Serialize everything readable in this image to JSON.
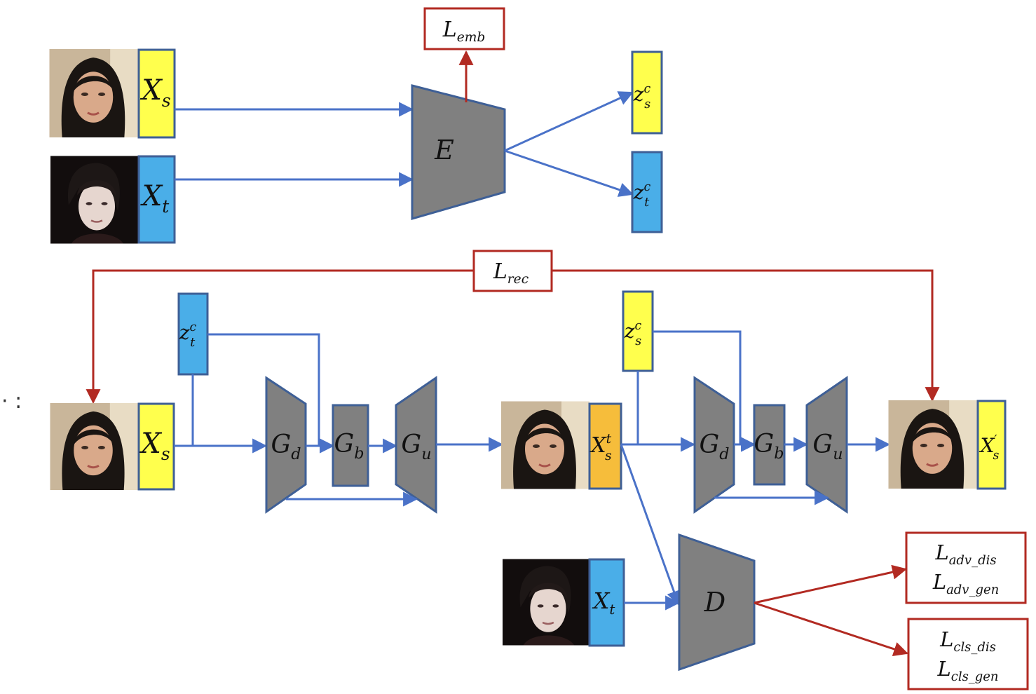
{
  "colors": {
    "source_code": "#ffff4d",
    "target_code": "#4aaee8",
    "translated_code": "#f6bd3b",
    "block_fill": "#808080",
    "block_stroke": "#3e5f96",
    "flow_arrow": "#4a72c8",
    "loss_arrow": "#b22a22",
    "loss_box_stroke": "#b22a22"
  },
  "icons": {
    "face": "face-photo-icon"
  },
  "encoder": {
    "label": "E"
  },
  "discriminator": {
    "label": "D"
  },
  "generator": {
    "down_label": "G",
    "down_sub": "d",
    "bottleneck_label": "G",
    "bottleneck_sub": "b",
    "up_label": "G",
    "up_sub": "u"
  },
  "inputs": {
    "source": {
      "base": "X",
      "sub": "s"
    },
    "target": {
      "base": "X",
      "sub": "t"
    },
    "translated": {
      "base": "X",
      "sub": "s",
      "sup": "t"
    },
    "reconstructed": {
      "base": "X",
      "prime": "′",
      "sub": "s"
    }
  },
  "codes": {
    "source": {
      "base": "z",
      "sup": "c",
      "sub": "s"
    },
    "target": {
      "base": "z",
      "sup": "c",
      "sub": "t"
    }
  },
  "losses": {
    "emb": {
      "base": "L",
      "sub": "emb"
    },
    "rec": {
      "base": "L",
      "sub": "rec"
    },
    "adv": [
      {
        "base": "L",
        "sub": "adv_dis"
      },
      {
        "base": "L",
        "sub": "adv_gen"
      }
    ],
    "cls": [
      {
        "base": "L",
        "sub": "cls_dis"
      },
      {
        "base": "L",
        "sub": "cls_gen"
      }
    ]
  },
  "side_mark": "· :"
}
